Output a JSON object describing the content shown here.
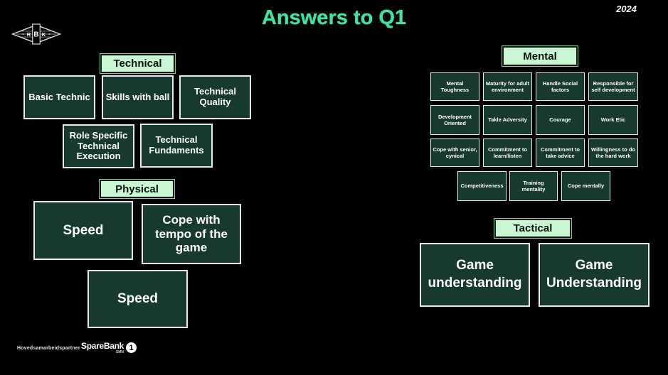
{
  "header": {
    "title": "Answers to Q1",
    "year": "2024"
  },
  "club_logo": {
    "letters_left": "R",
    "letters_center": "B",
    "letters_right": "K"
  },
  "colors": {
    "background": "#000000",
    "accent_green": "#41E3A0",
    "header_bg": "#C9F6D3",
    "box_bg": "#17392F",
    "box_border": "#E9E9E9"
  },
  "technical": {
    "label": "Technical",
    "boxes": [
      "Basic Technic",
      "Skills with ball",
      "Technical Quality",
      "Role Specific Technical Execution",
      "Technical Fundaments"
    ]
  },
  "physical": {
    "label": "Physical",
    "boxes": [
      "Speed",
      "Cope with tempo of the game",
      "Speed"
    ]
  },
  "mental": {
    "label": "Mental",
    "rows": [
      [
        "Mental Toughness",
        "Maturity for adult environment",
        "Handle Social factors",
        "Responsible for self development"
      ],
      [
        "Development Oriented",
        "Takle Adversity",
        "Courage",
        "Work Etic"
      ],
      [
        "Cope with senior, cynical",
        "Commitment to learn/listen",
        "Commitment to take advice",
        "Willingness to do the hard work"
      ],
      [
        "Competitiveness",
        "Training mentality",
        "Cope mentally"
      ]
    ]
  },
  "tactical": {
    "label": "Tactical",
    "boxes": [
      "Game understanding",
      "Game Understanding"
    ]
  },
  "footer": {
    "partner_label": "Hovedsamarbeidspartner",
    "sponsor_name": "SpareBank",
    "sponsor_unit": "SMN",
    "sponsor_badge": "1"
  }
}
